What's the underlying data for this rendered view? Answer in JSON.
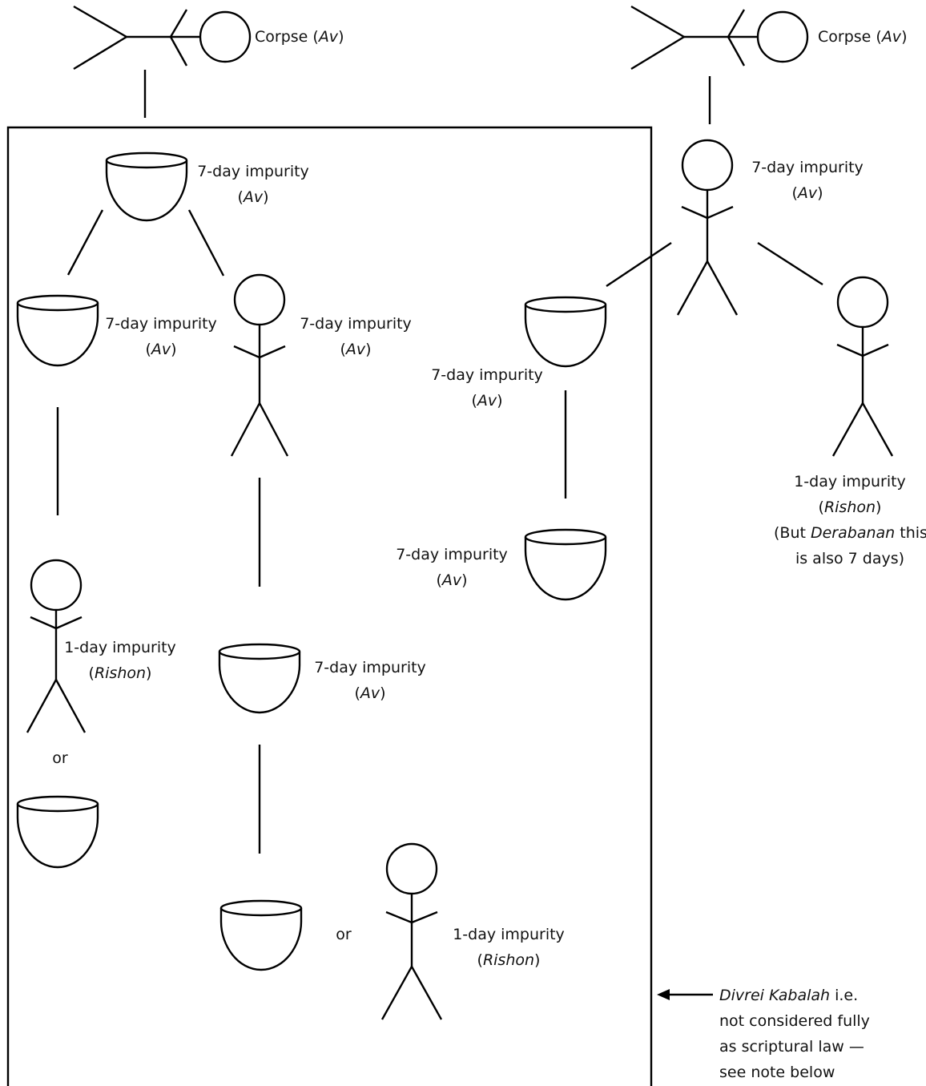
{
  "colors": {
    "line": "#000000",
    "background": "#ffffff",
    "text": "#111111"
  },
  "icons": {
    "corpse": "corpse-icon",
    "person": "person-icon",
    "vessel": "vessel-icon"
  },
  "left_tree": {
    "corpse": {
      "label": "Corpse",
      "grade": "Av"
    },
    "top_vessel": {
      "line1": "7-day impurity",
      "grade": "Av"
    },
    "mid_vessel": {
      "line1": "7-day impurity",
      "grade": "Av"
    },
    "mid_person": {
      "line1": "7-day impurity",
      "grade": "Av"
    },
    "low_person": {
      "line1": "1-day impurity",
      "grade": "Rishon"
    },
    "or_left": "or",
    "vessel_mid_right": {
      "line1": "7-day impurity",
      "grade": "Av"
    },
    "or_bottom": "or",
    "bottom_person": {
      "line1": "1-day impurity",
      "grade": "Rishon"
    }
  },
  "right_tree": {
    "corpse": {
      "label": "Corpse",
      "grade": "Av"
    },
    "top_person": {
      "line1": "7-day impurity",
      "grade": "Av"
    },
    "vessel": {
      "line1": "7-day impurity",
      "grade": "Av"
    },
    "vessel_low": {
      "line1": "7-day impurity",
      "grade": "Av"
    },
    "person": {
      "line1": "1-day impurity",
      "grade": "Rishon",
      "note_pre": "(But ",
      "note_term": "Derabanan",
      "note_post": " this",
      "note_line2": "is also 7 days)"
    }
  },
  "annotation": {
    "term": "Divrei Kabalah",
    "line1_rest": " i.e.",
    "line2": "not considered fully",
    "line3": "as scriptural law —",
    "line4": "see note below"
  }
}
